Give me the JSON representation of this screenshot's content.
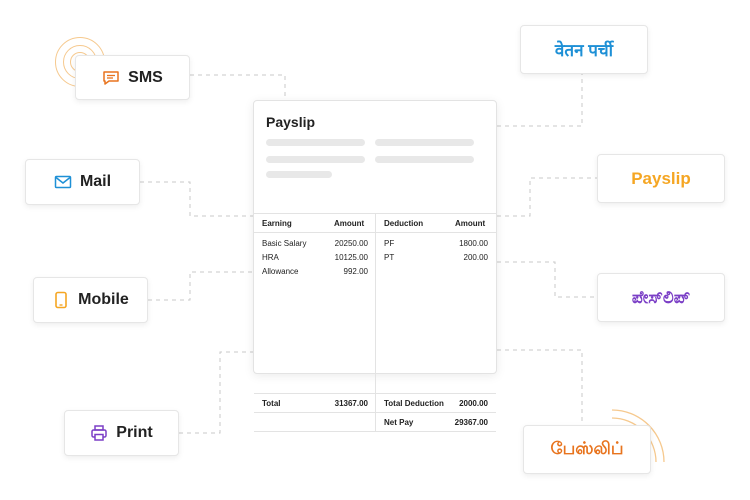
{
  "channels": {
    "sms": {
      "label": "SMS",
      "color": "#e8741e"
    },
    "mail": {
      "label": "Mail",
      "color": "#1e90d6"
    },
    "mobile": {
      "label": "Mobile",
      "color": "#f5a623"
    },
    "print": {
      "label": "Print",
      "color": "#7b3fc6"
    }
  },
  "languages": {
    "hindi": {
      "label": "वेतन पर्ची",
      "color": "#1e90d6"
    },
    "english": {
      "label": "Payslip",
      "color": "#f5a623"
    },
    "kannada": {
      "label": "ಪೇಸ್‌ಲಿಪ್",
      "color": "#7b3fc6"
    },
    "tamil": {
      "label": "பேஸ்லிப்",
      "color": "#e8741e"
    }
  },
  "payslip": {
    "title": "Payslip",
    "earning_header": "Earning",
    "amount_header": "Amount",
    "deduction_header": "Deduction",
    "deduction_amount_header": "Amount",
    "earnings": [
      {
        "label": "Basic Salary",
        "amount": "20250.00"
      },
      {
        "label": "HRA",
        "amount": "10125.00"
      },
      {
        "label": "Allowance",
        "amount": "992.00"
      }
    ],
    "deductions": [
      {
        "label": "PF",
        "amount": "1800.00"
      },
      {
        "label": "PT",
        "amount": "200.00"
      }
    ],
    "total_label": "Total",
    "total_amount": "31367.00",
    "total_deduction_label": "Total Deduction",
    "total_deduction_amount": "2000.00",
    "net_pay_label": "Net Pay",
    "net_pay_amount": "29367.00"
  }
}
